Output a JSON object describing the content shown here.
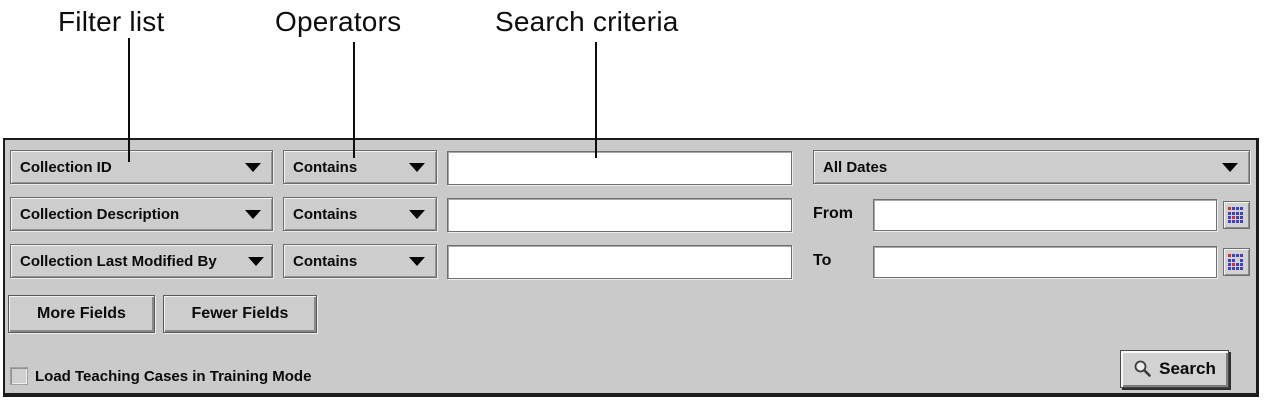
{
  "annotations": {
    "filter_list": "Filter list",
    "operators": "Operators",
    "search_criteria": "Search criteria"
  },
  "filters": {
    "rows": [
      {
        "field": "Collection ID",
        "operator": "Contains",
        "value": ""
      },
      {
        "field": "Collection Description",
        "operator": "Contains",
        "value": ""
      },
      {
        "field": "Collection Last Modified By",
        "operator": "Contains",
        "value": ""
      }
    ]
  },
  "dates": {
    "range_selected": "All Dates",
    "from_label": "From",
    "to_label": "To",
    "from_value": "",
    "to_value": ""
  },
  "buttons": {
    "more_fields": "More Fields",
    "fewer_fields": "Fewer Fields",
    "search": "Search"
  },
  "checkbox": {
    "label": "Load Teaching Cases in Training Mode",
    "checked": false
  },
  "icons": {
    "dropdown_arrow": "black down-triangle",
    "calendar": "blue pixel calendar grid",
    "magnifier": "search magnifying glass"
  },
  "colors": {
    "panel_gray": "#cacaca",
    "panel_border": "#1b1b1b",
    "calendar_blue": "#4040c0",
    "calendar_red": "#d03030"
  }
}
